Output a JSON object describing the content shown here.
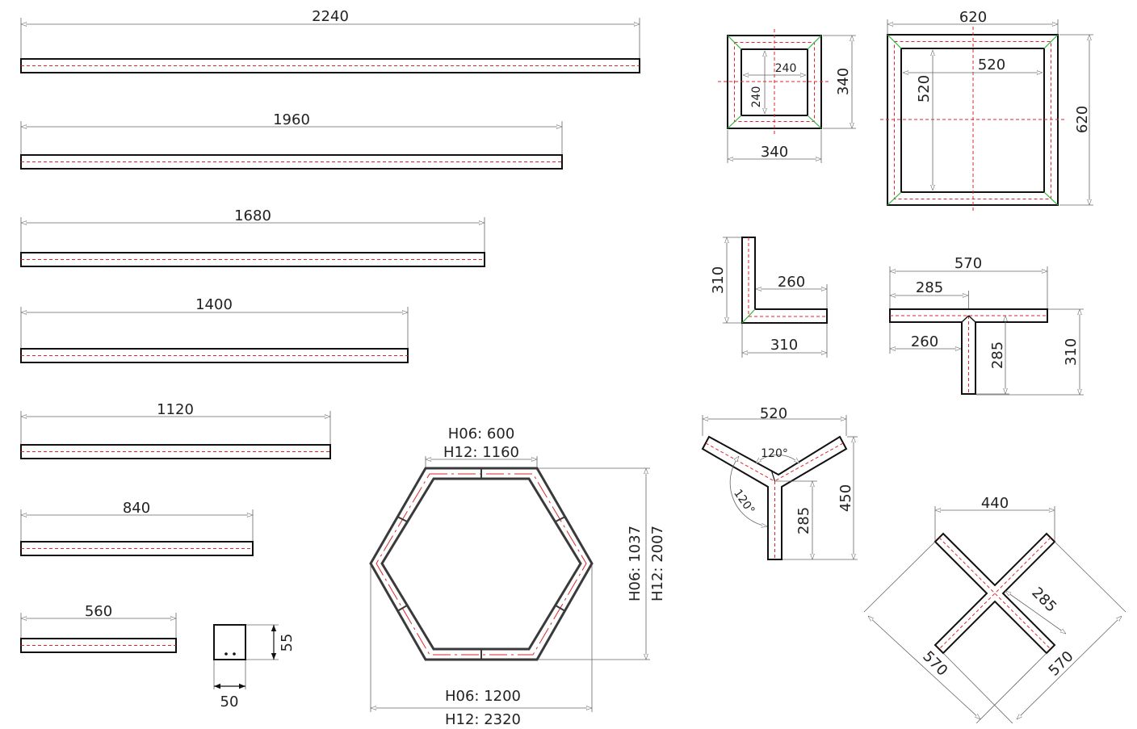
{
  "colors": {
    "outline": "#111111",
    "centerline": "#e0262b",
    "dimension": "#666666",
    "miter": "#2fb33a"
  },
  "straight_profiles": [
    {
      "length_label": "2240"
    },
    {
      "length_label": "1960"
    },
    {
      "length_label": "1680"
    },
    {
      "length_label": "1400"
    },
    {
      "length_label": "1120"
    },
    {
      "length_label": "840"
    },
    {
      "length_label": "560"
    }
  ],
  "cross_section": {
    "width_label": "50",
    "height_label": "55"
  },
  "hexagon": {
    "top_h06": "H06: 600",
    "top_h12": "H12: 1160",
    "side_h06": "H06: 1037",
    "side_h12": "H12: 2007",
    "bottom_h06": "H06: 1200",
    "bottom_h12": "H12: 2320"
  },
  "square_small": {
    "outer_w": "340",
    "outer_h": "340",
    "inner_w": "240",
    "inner_h": "240"
  },
  "square_large": {
    "outer_w": "620",
    "outer_h": "620",
    "inner_w": "520",
    "inner_h": "520"
  },
  "l_shape": {
    "height": "310",
    "arm": "260",
    "width": "310"
  },
  "t_shape": {
    "width": "570",
    "half": "285",
    "arm": "260",
    "leg": "285",
    "height": "310"
  },
  "y_shape": {
    "width": "520",
    "height": "450",
    "leg": "285",
    "angle_top": "120°",
    "angle_left": "120°"
  },
  "x_shape": {
    "width": "440",
    "arm": "285",
    "diag_left": "570",
    "diag_right": "570"
  }
}
